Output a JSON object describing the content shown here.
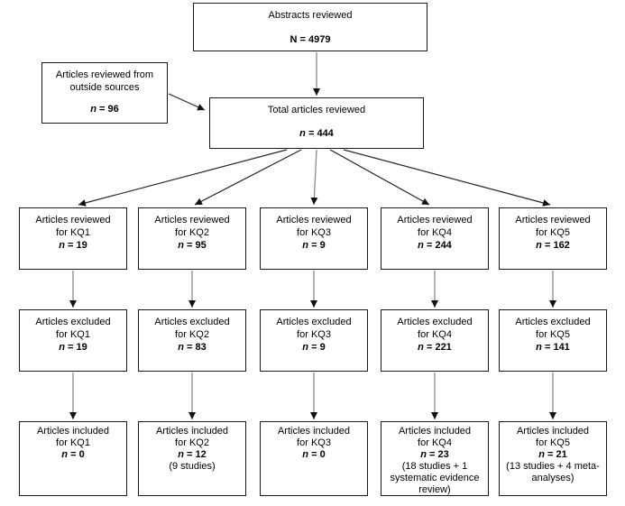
{
  "page": {
    "background": "#ffffff",
    "box_border_color": "#1a1a1a",
    "text_color": "#000000",
    "arrow_shaft_gray": "#8a8a8a",
    "arrow_line_dark": "#262626",
    "arrowhead_color": "#111111"
  },
  "flow": {
    "abstracts": {
      "title": "Abstracts reviewed",
      "n_label": "N",
      "n_value": "= 4979"
    },
    "outside": {
      "title": "Articles reviewed from outside sources",
      "n_label": "n",
      "n_value": "= 96"
    },
    "total": {
      "title": "Total articles reviewed",
      "n_label": "n",
      "n_value": "= 444"
    },
    "columns": [
      {
        "key": "KQ1",
        "reviewed": {
          "title": "Articles reviewed",
          "subtitle": "for KQ1",
          "n_label": "n",
          "n_value": "= 19"
        },
        "excluded": {
          "title": "Articles excluded",
          "subtitle": "for KQ1",
          "n_label": "n",
          "n_value": "= 19"
        },
        "included": {
          "title": "Articles included",
          "subtitle": "for KQ1",
          "n_label": "n",
          "n_value": "= 0",
          "note": ""
        }
      },
      {
        "key": "KQ2",
        "reviewed": {
          "title": "Articles reviewed",
          "subtitle": "for KQ2",
          "n_label": "n",
          "n_value": "= 95"
        },
        "excluded": {
          "title": "Articles excluded",
          "subtitle": "for KQ2",
          "n_label": "n",
          "n_value": "= 83"
        },
        "included": {
          "title": "Articles included",
          "subtitle": "for KQ2",
          "n_label": "n",
          "n_value": "= 12",
          "note": "(9 studies)"
        }
      },
      {
        "key": "KQ3",
        "reviewed": {
          "title": "Articles reviewed",
          "subtitle": "for KQ3",
          "n_label": "n",
          "n_value": "= 9"
        },
        "excluded": {
          "title": "Articles excluded",
          "subtitle": "for KQ3",
          "n_label": "n",
          "n_value": "= 9"
        },
        "included": {
          "title": "Articles included",
          "subtitle": "for KQ3",
          "n_label": "n",
          "n_value": "= 0",
          "note": ""
        }
      },
      {
        "key": "KQ4",
        "reviewed": {
          "title": "Articles reviewed",
          "subtitle": "for KQ4",
          "n_label": "n",
          "n_value": "= 244"
        },
        "excluded": {
          "title": "Articles excluded",
          "subtitle": "for KQ4",
          "n_label": "n",
          "n_value": "= 221"
        },
        "included": {
          "title": "Articles included",
          "subtitle": "for KQ4",
          "n_label": "n",
          "n_value": "= 23",
          "note": "(18 studies + 1 systematic evidence review)"
        }
      },
      {
        "key": "KQ5",
        "reviewed": {
          "title": "Articles reviewed",
          "subtitle": "for KQ5",
          "n_label": "n",
          "n_value": "= 162"
        },
        "excluded": {
          "title": "Articles excluded",
          "subtitle": "for KQ5",
          "n_label": "n",
          "n_value": "= 141"
        },
        "included": {
          "title": "Articles included",
          "subtitle": "for KQ5",
          "n_label": "n",
          "n_value": "= 21",
          "note": "(13 studies + 4 meta-analyses)"
        }
      }
    ]
  }
}
